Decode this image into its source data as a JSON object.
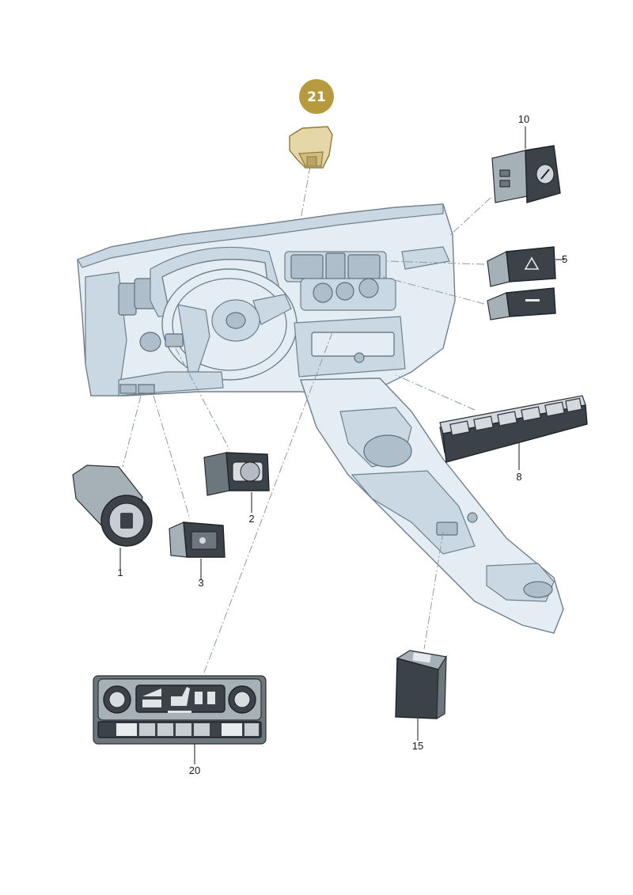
{
  "diagram": {
    "highlight_color": "#b89a3e",
    "highlight_fill": "#e6d7a8",
    "highlighted_part": {
      "number": "21"
    },
    "parts": [
      {
        "id": "p1",
        "number": "1"
      },
      {
        "id": "p2",
        "number": "2"
      },
      {
        "id": "p3",
        "number": "3"
      },
      {
        "id": "p5",
        "number": "5"
      },
      {
        "id": "p8",
        "number": "8"
      },
      {
        "id": "p10",
        "number": "10"
      },
      {
        "id": "p15",
        "number": "15"
      },
      {
        "id": "p20",
        "number": "20"
      }
    ],
    "icons": [
      "hazard-triangle-icon",
      "heated-seat-icon",
      "headlight-icon",
      "fan-icon"
    ]
  }
}
